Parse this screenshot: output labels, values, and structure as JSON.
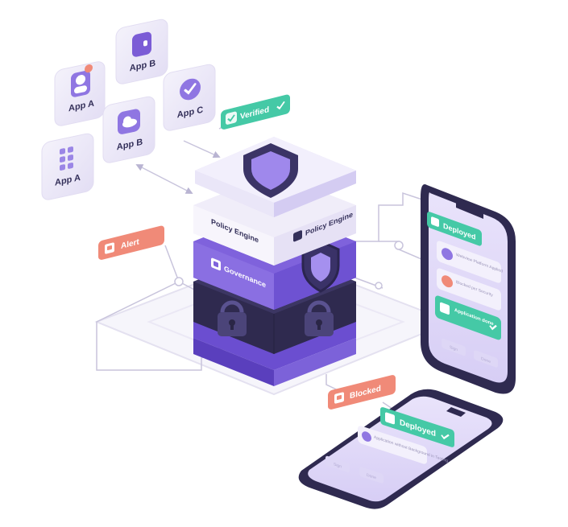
{
  "apps": [
    {
      "label": "App A",
      "icon": "user-icon"
    },
    {
      "label": "App B",
      "icon": "card-icon"
    },
    {
      "label": "App A",
      "icon": "grid-icon"
    },
    {
      "label": "App B",
      "icon": "cloud-icon"
    },
    {
      "label": "App C",
      "icon": "check-shield-icon"
    }
  ],
  "tags": {
    "verified": "Verified",
    "alert": "Alert",
    "blocked": "Blocked"
  },
  "stack": {
    "policy_left": "Policy Engine",
    "policy_right": "Policy Engine",
    "governance": "Governance"
  },
  "phone_right": {
    "header": "Deployed",
    "rows": [
      "Webview Platform Applied",
      "Blocked per Security",
      "Application done"
    ],
    "buttons": [
      "Sign",
      "Done"
    ]
  },
  "phone_bottom": {
    "header": "Deployed",
    "row": "Application without Background in Testing",
    "buttons": [
      "Sign",
      "Done"
    ]
  },
  "colors": {
    "purple": "#7b5cd6",
    "lavender": "#ebe6fb",
    "dark": "#34305a",
    "teal": "#45c9a6",
    "coral": "#f08a78",
    "line": "#c3bfd8"
  }
}
